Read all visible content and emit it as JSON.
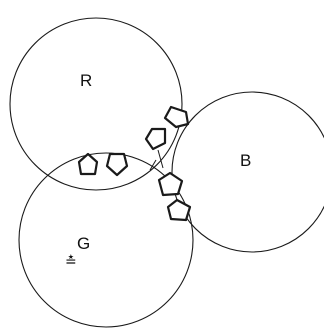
{
  "labels": {
    "r": "R",
    "b": "B",
    "g": "G",
    "g_symbol": "≛"
  },
  "colors": {
    "stroke": "#1a1a1a",
    "arrow_fill": "#ffffff",
    "background": "#ffffff"
  }
}
